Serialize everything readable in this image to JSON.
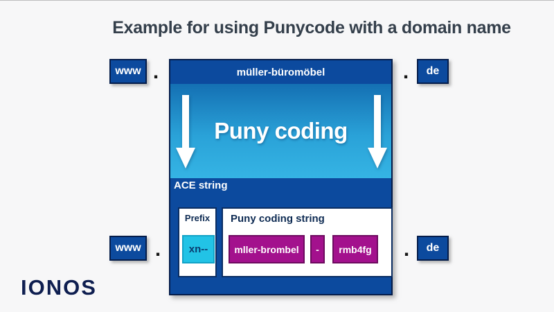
{
  "title": "Example for using Punycode with a domain name",
  "top_row": {
    "subdomain": "www",
    "separator": ".",
    "domain": "müller-büromöbel",
    "tld": "de"
  },
  "puny_process": {
    "label": "Puny coding"
  },
  "ace_box": {
    "label": "ACE string",
    "prefix": {
      "label": "Prefix",
      "value": "xn--"
    },
    "puny_string": {
      "label": "Puny coding string",
      "parts": [
        "mller-brombel",
        "-",
        "rmb4fg"
      ]
    }
  },
  "bottom_row": {
    "subdomain": "www",
    "separator": ".",
    "tld": "de"
  },
  "logo": {
    "text": "IONOS"
  },
  "icons": {
    "left_arrow": "arrow-down-icon",
    "right_arrow": "arrow-down-icon"
  },
  "colors": {
    "background": "#f7f7f8",
    "navy": "#0c4a9e",
    "navy_border": "#041c4a",
    "gradient_top": "#1470b3",
    "gradient_bottom": "#35b4e4",
    "cyan": "#22c3e6",
    "magenta": "#a3118d",
    "title_text": "#343f4b",
    "logo_text": "#0e1e50"
  }
}
